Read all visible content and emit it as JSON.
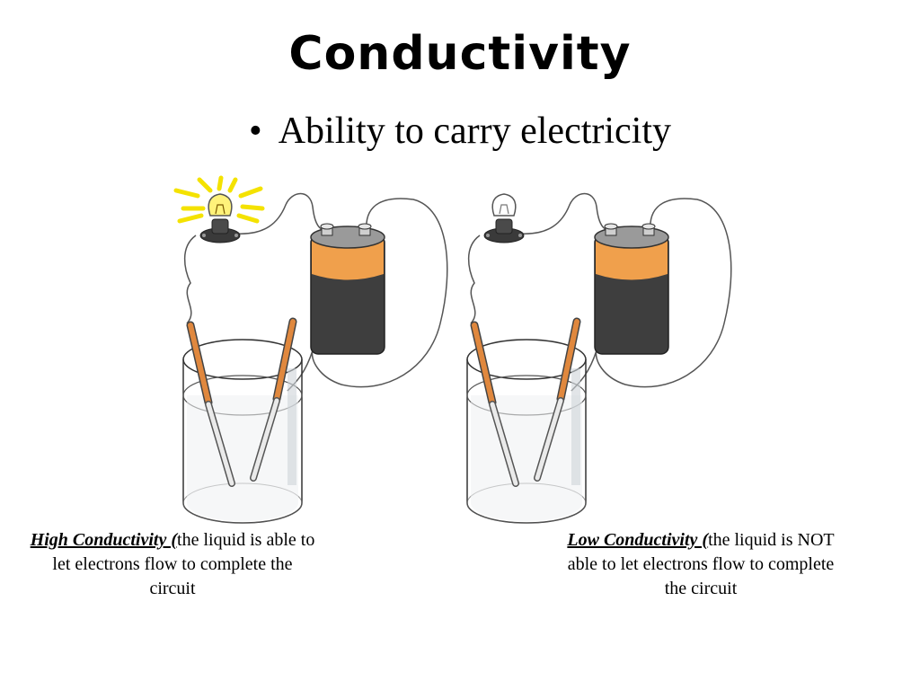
{
  "slide": {
    "title": "Conductivity",
    "bullet": "Ability to carry electricity"
  },
  "circuits": {
    "high": {
      "bulb_lit": true,
      "caption_lead": "High Conductivity (",
      "caption_rest": "the liquid is able to let electrons flow to complete the circuit"
    },
    "low": {
      "bulb_lit": false,
      "caption_lead": "Low Conductivity (",
      "caption_rest": "the liquid is NOT able to let electrons flow to complete the circuit"
    }
  },
  "colors": {
    "battery_orange": "#f0a04c",
    "battery_dark": "#3e3e3e",
    "electrode_copper": "#e0883e",
    "glow": "#f4e200",
    "wire": "#555555"
  }
}
